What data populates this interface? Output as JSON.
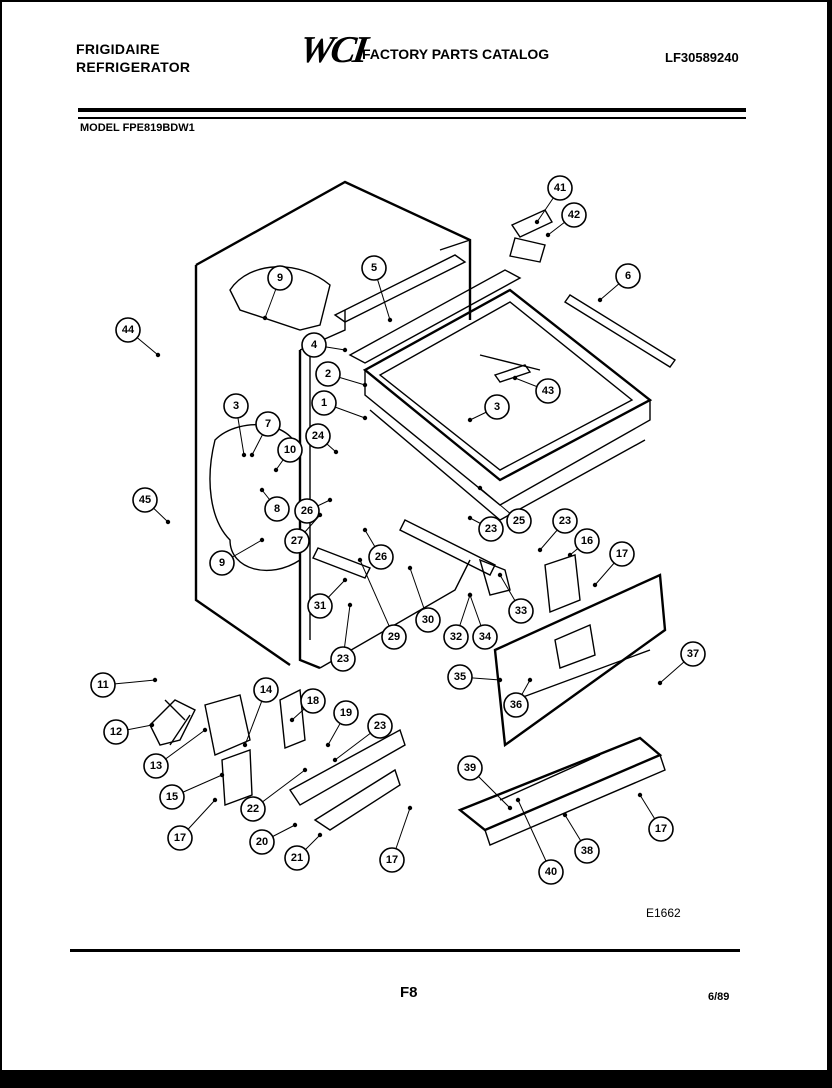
{
  "header": {
    "brand_line1": "FRIGIDAIRE",
    "brand_line2": "REFRIGERATOR",
    "logo": "WCI",
    "catalog_title": "FACTORY PARTS CATALOG",
    "part_number": "LF30589240"
  },
  "model_label": "MODEL FPE819BDW1",
  "drawing_code": "E1662",
  "page_number": "F8",
  "date": "6/89",
  "callouts": [
    {
      "label": "41"
    },
    {
      "label": "42"
    },
    {
      "label": "5"
    },
    {
      "label": "6"
    },
    {
      "label": "9"
    },
    {
      "label": "44"
    },
    {
      "label": "4"
    },
    {
      "label": "2"
    },
    {
      "label": "43"
    },
    {
      "label": "1"
    },
    {
      "label": "3"
    },
    {
      "label": "3"
    },
    {
      "label": "7"
    },
    {
      "label": "24"
    },
    {
      "label": "10"
    },
    {
      "label": "8"
    },
    {
      "label": "26"
    },
    {
      "label": "45"
    },
    {
      "label": "27"
    },
    {
      "label": "9"
    },
    {
      "label": "26"
    },
    {
      "label": "23"
    },
    {
      "label": "25"
    },
    {
      "label": "23"
    },
    {
      "label": "16"
    },
    {
      "label": "17"
    },
    {
      "label": "31"
    },
    {
      "label": "29"
    },
    {
      "label": "30"
    },
    {
      "label": "32"
    },
    {
      "label": "34"
    },
    {
      "label": "33"
    },
    {
      "label": "23"
    },
    {
      "label": "37"
    },
    {
      "label": "35"
    },
    {
      "label": "36"
    },
    {
      "label": "11"
    },
    {
      "label": "14"
    },
    {
      "label": "18"
    },
    {
      "label": "19"
    },
    {
      "label": "23"
    },
    {
      "label": "12"
    },
    {
      "label": "13"
    },
    {
      "label": "15"
    },
    {
      "label": "22"
    },
    {
      "label": "17"
    },
    {
      "label": "20"
    },
    {
      "label": "21"
    },
    {
      "label": "17"
    },
    {
      "label": "39"
    },
    {
      "label": "17"
    },
    {
      "label": "38"
    },
    {
      "label": "40"
    }
  ]
}
